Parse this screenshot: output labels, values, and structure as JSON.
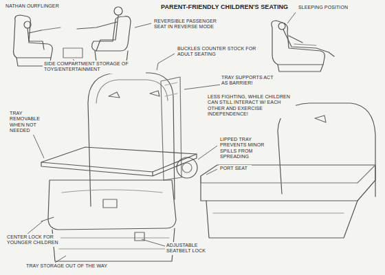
{
  "diagram": {
    "title": "PARENT-FRIENDLY CHILDREN'S SEATING",
    "labels": [
      "NATHAN OURFLINGER",
      "REVERSIBLE PASSENGER SEAT IN REVERSE MODE",
      "SLEEPING POSITION",
      "SIDE COMPARTMENT STORAGE OF TOYS/ENTERTAINMENT",
      "BUCKLES COUNTER STOCK FOR ADULT SEATING",
      "TRAY SUPPORTS ACT AS BARRIER!",
      "LESS FIGHTING, WHILE CHILDREN CAN STILL INTERACT W/ EACH OTHER AND EXERCISE INDEPENDENCE!",
      "TRAY REMOVABLE WHEN NOT NEEDED",
      "LIPPED TRAY PREVENTS MINOR SPILLS FROM SPREADING",
      "PORT SEAT",
      "CENTER LOCK FOR YOUNGER CHILDREN",
      "ADJUSTABLE SEATBELT LOCK",
      "TRAY STORAGE OUT OF THE WAY"
    ]
  }
}
